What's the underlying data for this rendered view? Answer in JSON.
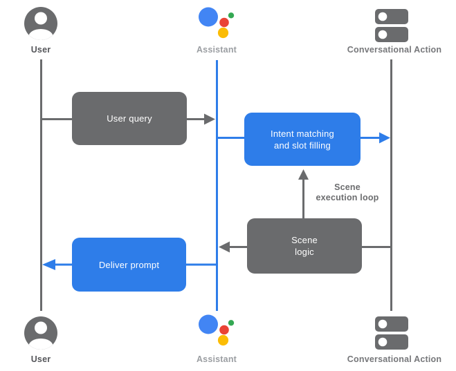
{
  "actors": {
    "user": {
      "label": "User"
    },
    "assistant": {
      "label": "Assistant"
    },
    "conversational_action": {
      "label": "Conversational Action"
    }
  },
  "boxes": {
    "user_query": {
      "label": "User query"
    },
    "intent_matching": {
      "line1": "Intent matching",
      "line2": "and slot filling"
    },
    "scene_logic": {
      "line1": "Scene",
      "line2": "logic"
    },
    "deliver_prompt": {
      "label": "Deliver prompt"
    }
  },
  "annotation": {
    "scene_execution_loop": {
      "line1": "Scene",
      "line2": "execution loop"
    }
  },
  "colors": {
    "flow_blue": "#2e7de9",
    "flow_gray": "#6a6b6d",
    "assistant_logo_blue": "#4285f4",
    "assistant_logo_red": "#ea4335",
    "assistant_logo_yellow": "#fbbc05",
    "assistant_logo_green": "#34a853",
    "label_dark": "#55565a",
    "label_mid": "#76777a",
    "label_light": "#9b9ea2"
  }
}
